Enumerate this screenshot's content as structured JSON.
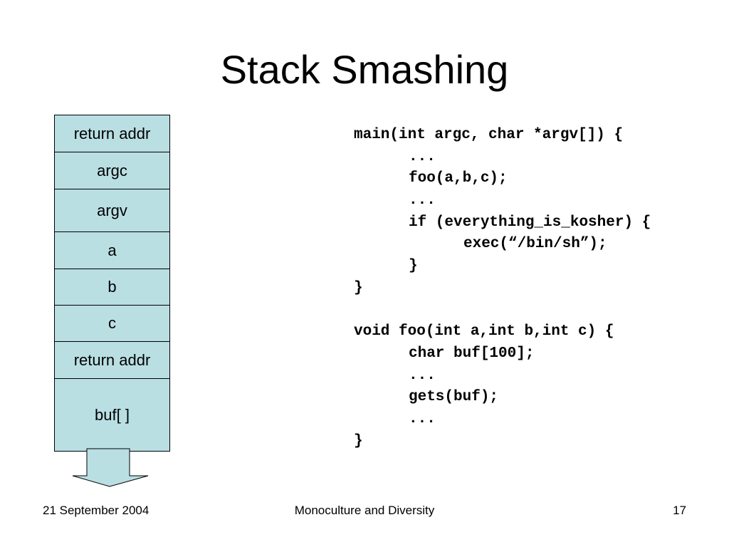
{
  "slide": {
    "title": "Stack Smashing"
  },
  "stack": {
    "cells": [
      "return addr",
      "argc",
      "argv",
      "a",
      "b",
      "c",
      "return addr",
      "buf[ ]"
    ],
    "cell_color": "#b9dfe3"
  },
  "code": {
    "lines": [
      "main(int argc, char *argv[]) {",
      "...",
      "foo(a,b,c);",
      "...",
      "if (everything_is_kosher) {",
      "exec(“/bin/sh”);",
      "}",
      "}",
      "",
      "void foo(int a,int b,int c) {",
      "char buf[100];",
      "...",
      "gets(buf);",
      "...",
      "}"
    ]
  },
  "footer": {
    "date": "21 September 2004",
    "center": "Monoculture and Diversity",
    "page_number": "17"
  }
}
